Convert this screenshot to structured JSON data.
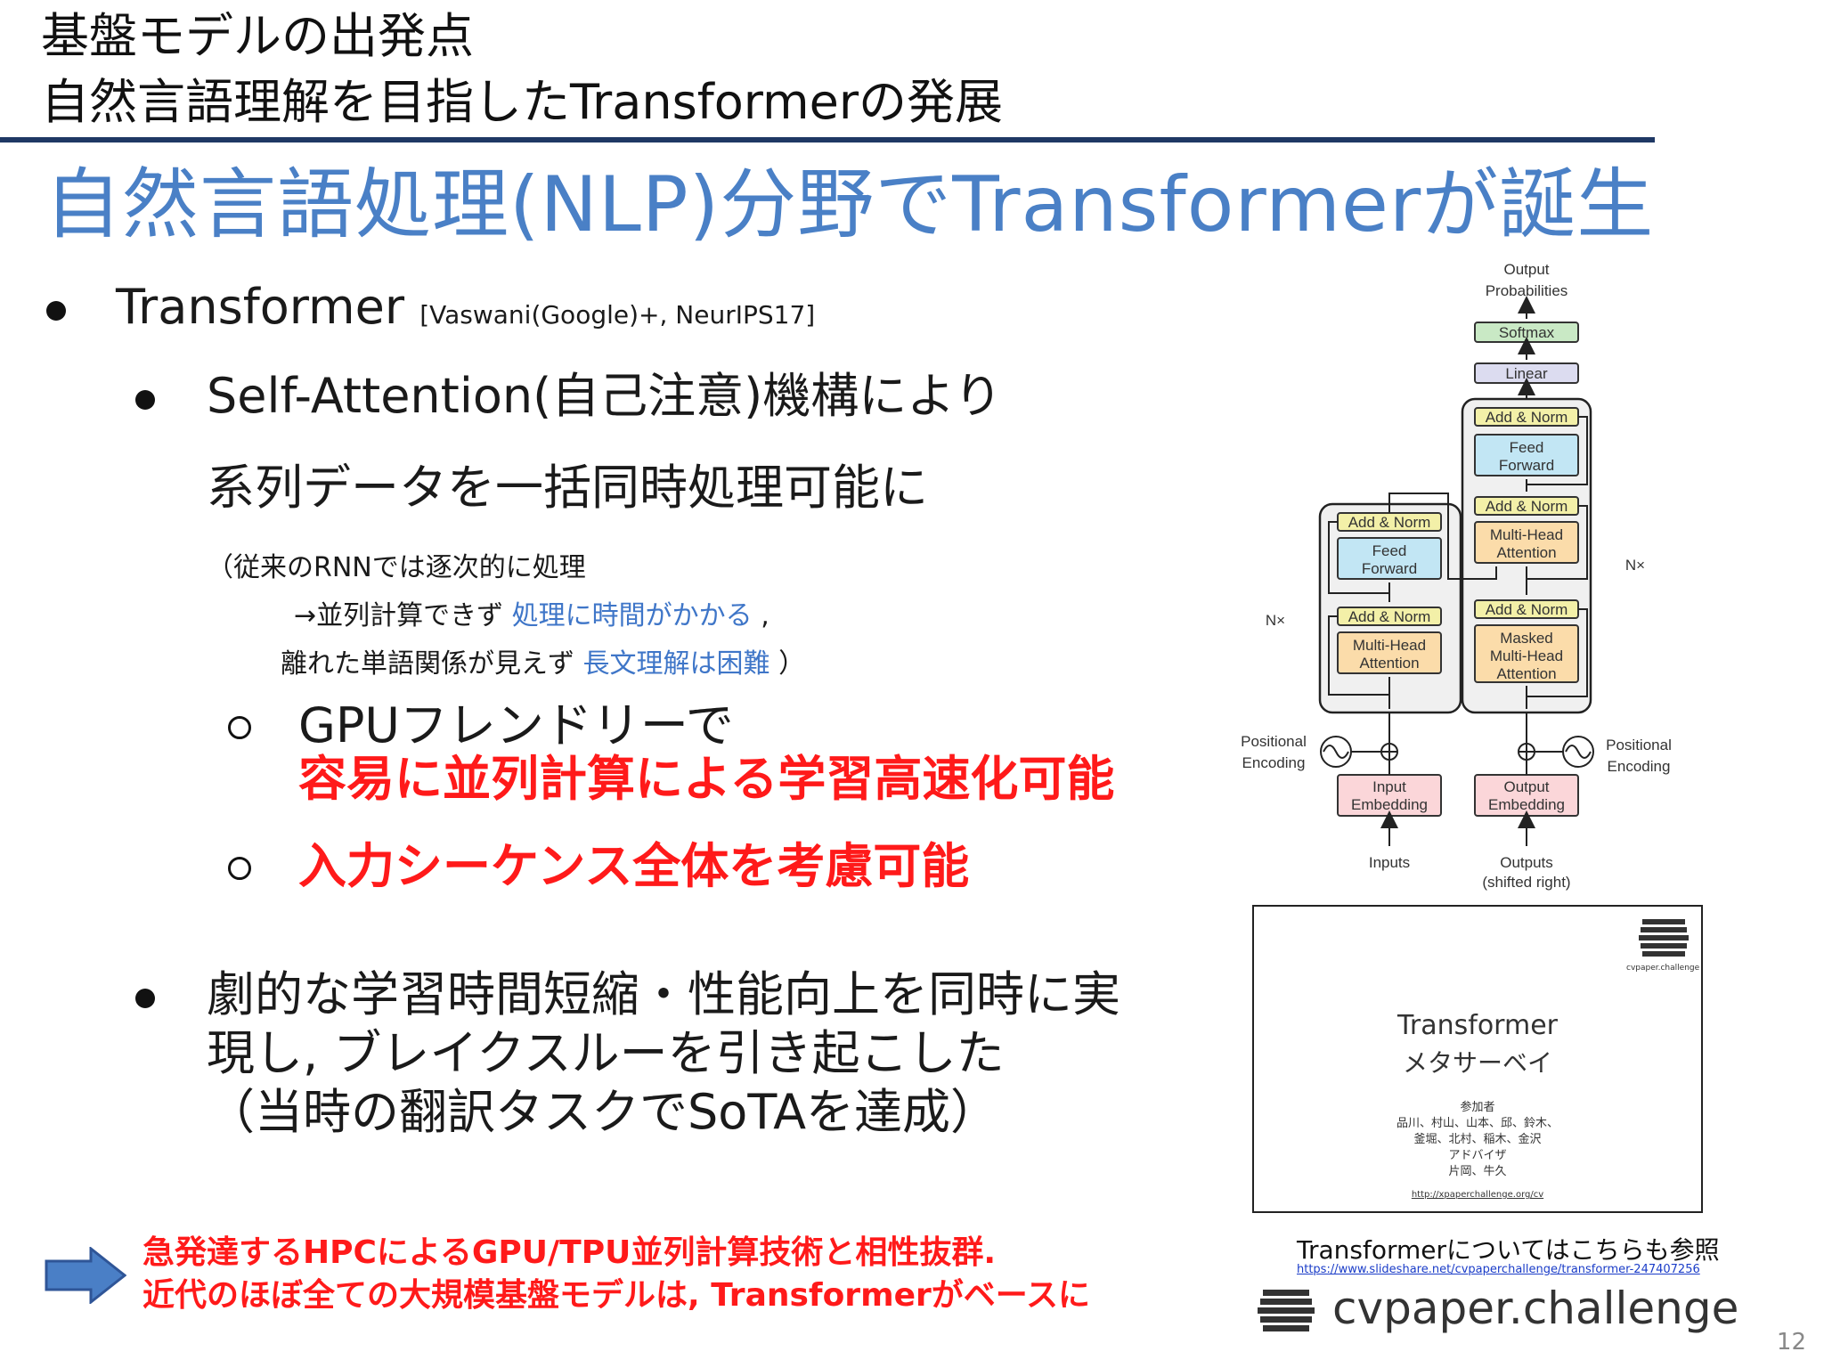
{
  "header": {
    "line1": "基盤モデルの出発点",
    "line2": "自然言語理解を目指したTransformerの発展"
  },
  "title": "自然言語処理(NLP)分野でTransformerが誕生",
  "bullets": {
    "b1_main": "Transformer",
    "b1_ref": "[Vaswani(Google)+, NeurIPS17]",
    "b2_line1": "Self-Attention(自己注意)機構により",
    "b2_line2": "系列データを一括同時処理可能に",
    "note_line1": "（従来のRNNでは逐次的に処理",
    "note_line2_prefix": "→並列計算できず ",
    "note_line2_blue": "処理に時間がかかる",
    "note_line2_suffix": " ,",
    "note_line3_prefix": "離れた単語関係が見えず ",
    "note_line3_blue": "長文理解は困難",
    "note_line3_suffix": " ）",
    "sub1_line1": "GPUフレンドリーで",
    "sub1_line2": "容易に並列計算による学習高速化可能",
    "sub2": "入力シーケンス全体を考慮可能",
    "b3_line1": "劇的な学習時間短縮・性能向上を同時に実",
    "b3_line2": "現し, ブレイクスルーを引き起こした",
    "b3_line3": "（当時の翻訳タスクでSoTAを達成）"
  },
  "conclusion": {
    "line1": "急発達するHPCによるGPU/TPU並列計算技術と相性抜群.",
    "line2": "近代のほぼ全ての大規模基盤モデルは, Transformerがベースに"
  },
  "diagram": {
    "output_probs_1": "Output",
    "output_probs_2": "Probabilities",
    "softmax": "Softmax",
    "linear": "Linear",
    "add_norm": "Add & Norm",
    "feed": "Feed",
    "forward": "Forward",
    "multi_head": "Multi-Head",
    "attention": "Attention",
    "masked": "Masked",
    "nx": "N×",
    "positional": "Positional",
    "encoding": "Encoding",
    "input": "Input",
    "output": "Output",
    "embedding": "Embedding",
    "inputs": "Inputs",
    "outputs": "Outputs",
    "shifted": "(shifted right)"
  },
  "deck": {
    "brand_small": "cvpaper.challenge",
    "title1": "Transformer",
    "title2": "メタサーベイ",
    "participants_label": "参加者",
    "names1": "品川、村山、山本、邱、鈴木、",
    "names2": "釜堀、北村、稲木、金沢",
    "names3": "アドバイザ",
    "names4": "片岡、牛久",
    "url": "http://xpaperchallenge.org/cv"
  },
  "reference": {
    "caption": "Transformerについてはこちらも参照",
    "link": "https://www.slideshare.net/cvpaperchallenge/transformer-247407256"
  },
  "logo_text": "cvpaper.challenge",
  "page_number": "12",
  "colors": {
    "title_blue": "#4a80c6",
    "rule_navy": "#1f3864",
    "emphasis_red": "#ff1a1a",
    "arrow_blue": "#4a7fc6",
    "addnorm_yellow": "#f3f0a8",
    "feedforward_blue": "#c2e6f4",
    "attention_orange": "#fbdcaa",
    "embedding_pink": "#fbd6d9",
    "softmax_green": "#c9e9c5",
    "linear_lavender": "#dcdcf0"
  }
}
